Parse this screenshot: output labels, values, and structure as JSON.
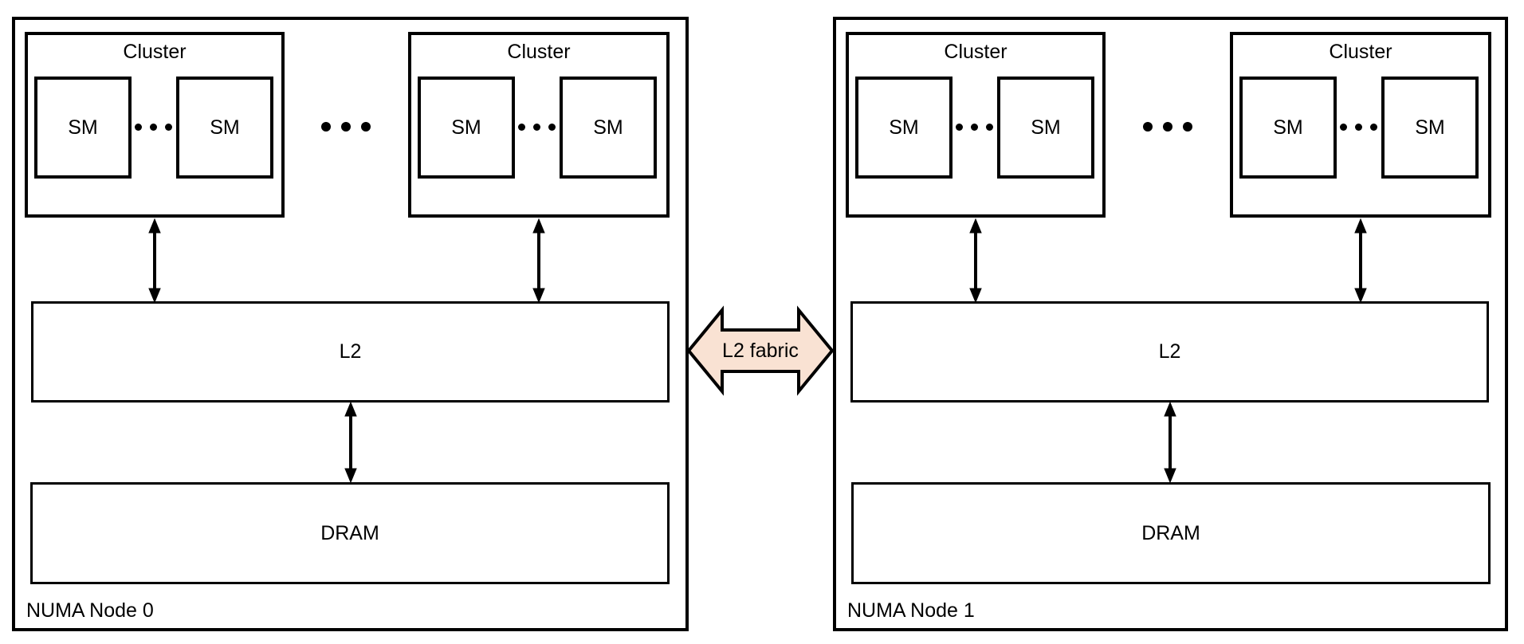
{
  "colors": {
    "background": "#ffffff",
    "line": "#000000",
    "fabric_fill": "#f9e2d3"
  },
  "fabric": {
    "label": "L2 fabric"
  },
  "icons": {
    "cluster_ellipsis": "ellipsis-dots",
    "sm_ellipsis": "ellipsis-dots"
  },
  "nodes": [
    {
      "label": "NUMA Node 0",
      "l2_label": "L2",
      "dram_label": "DRAM",
      "clusters": [
        {
          "label": "Cluster",
          "sms": [
            "SM",
            "SM"
          ]
        },
        {
          "label": "Cluster",
          "sms": [
            "SM",
            "SM"
          ]
        }
      ]
    },
    {
      "label": "NUMA Node 1",
      "l2_label": "L2",
      "dram_label": "DRAM",
      "clusters": [
        {
          "label": "Cluster",
          "sms": [
            "SM",
            "SM"
          ]
        },
        {
          "label": "Cluster",
          "sms": [
            "SM",
            "SM"
          ]
        }
      ]
    }
  ]
}
